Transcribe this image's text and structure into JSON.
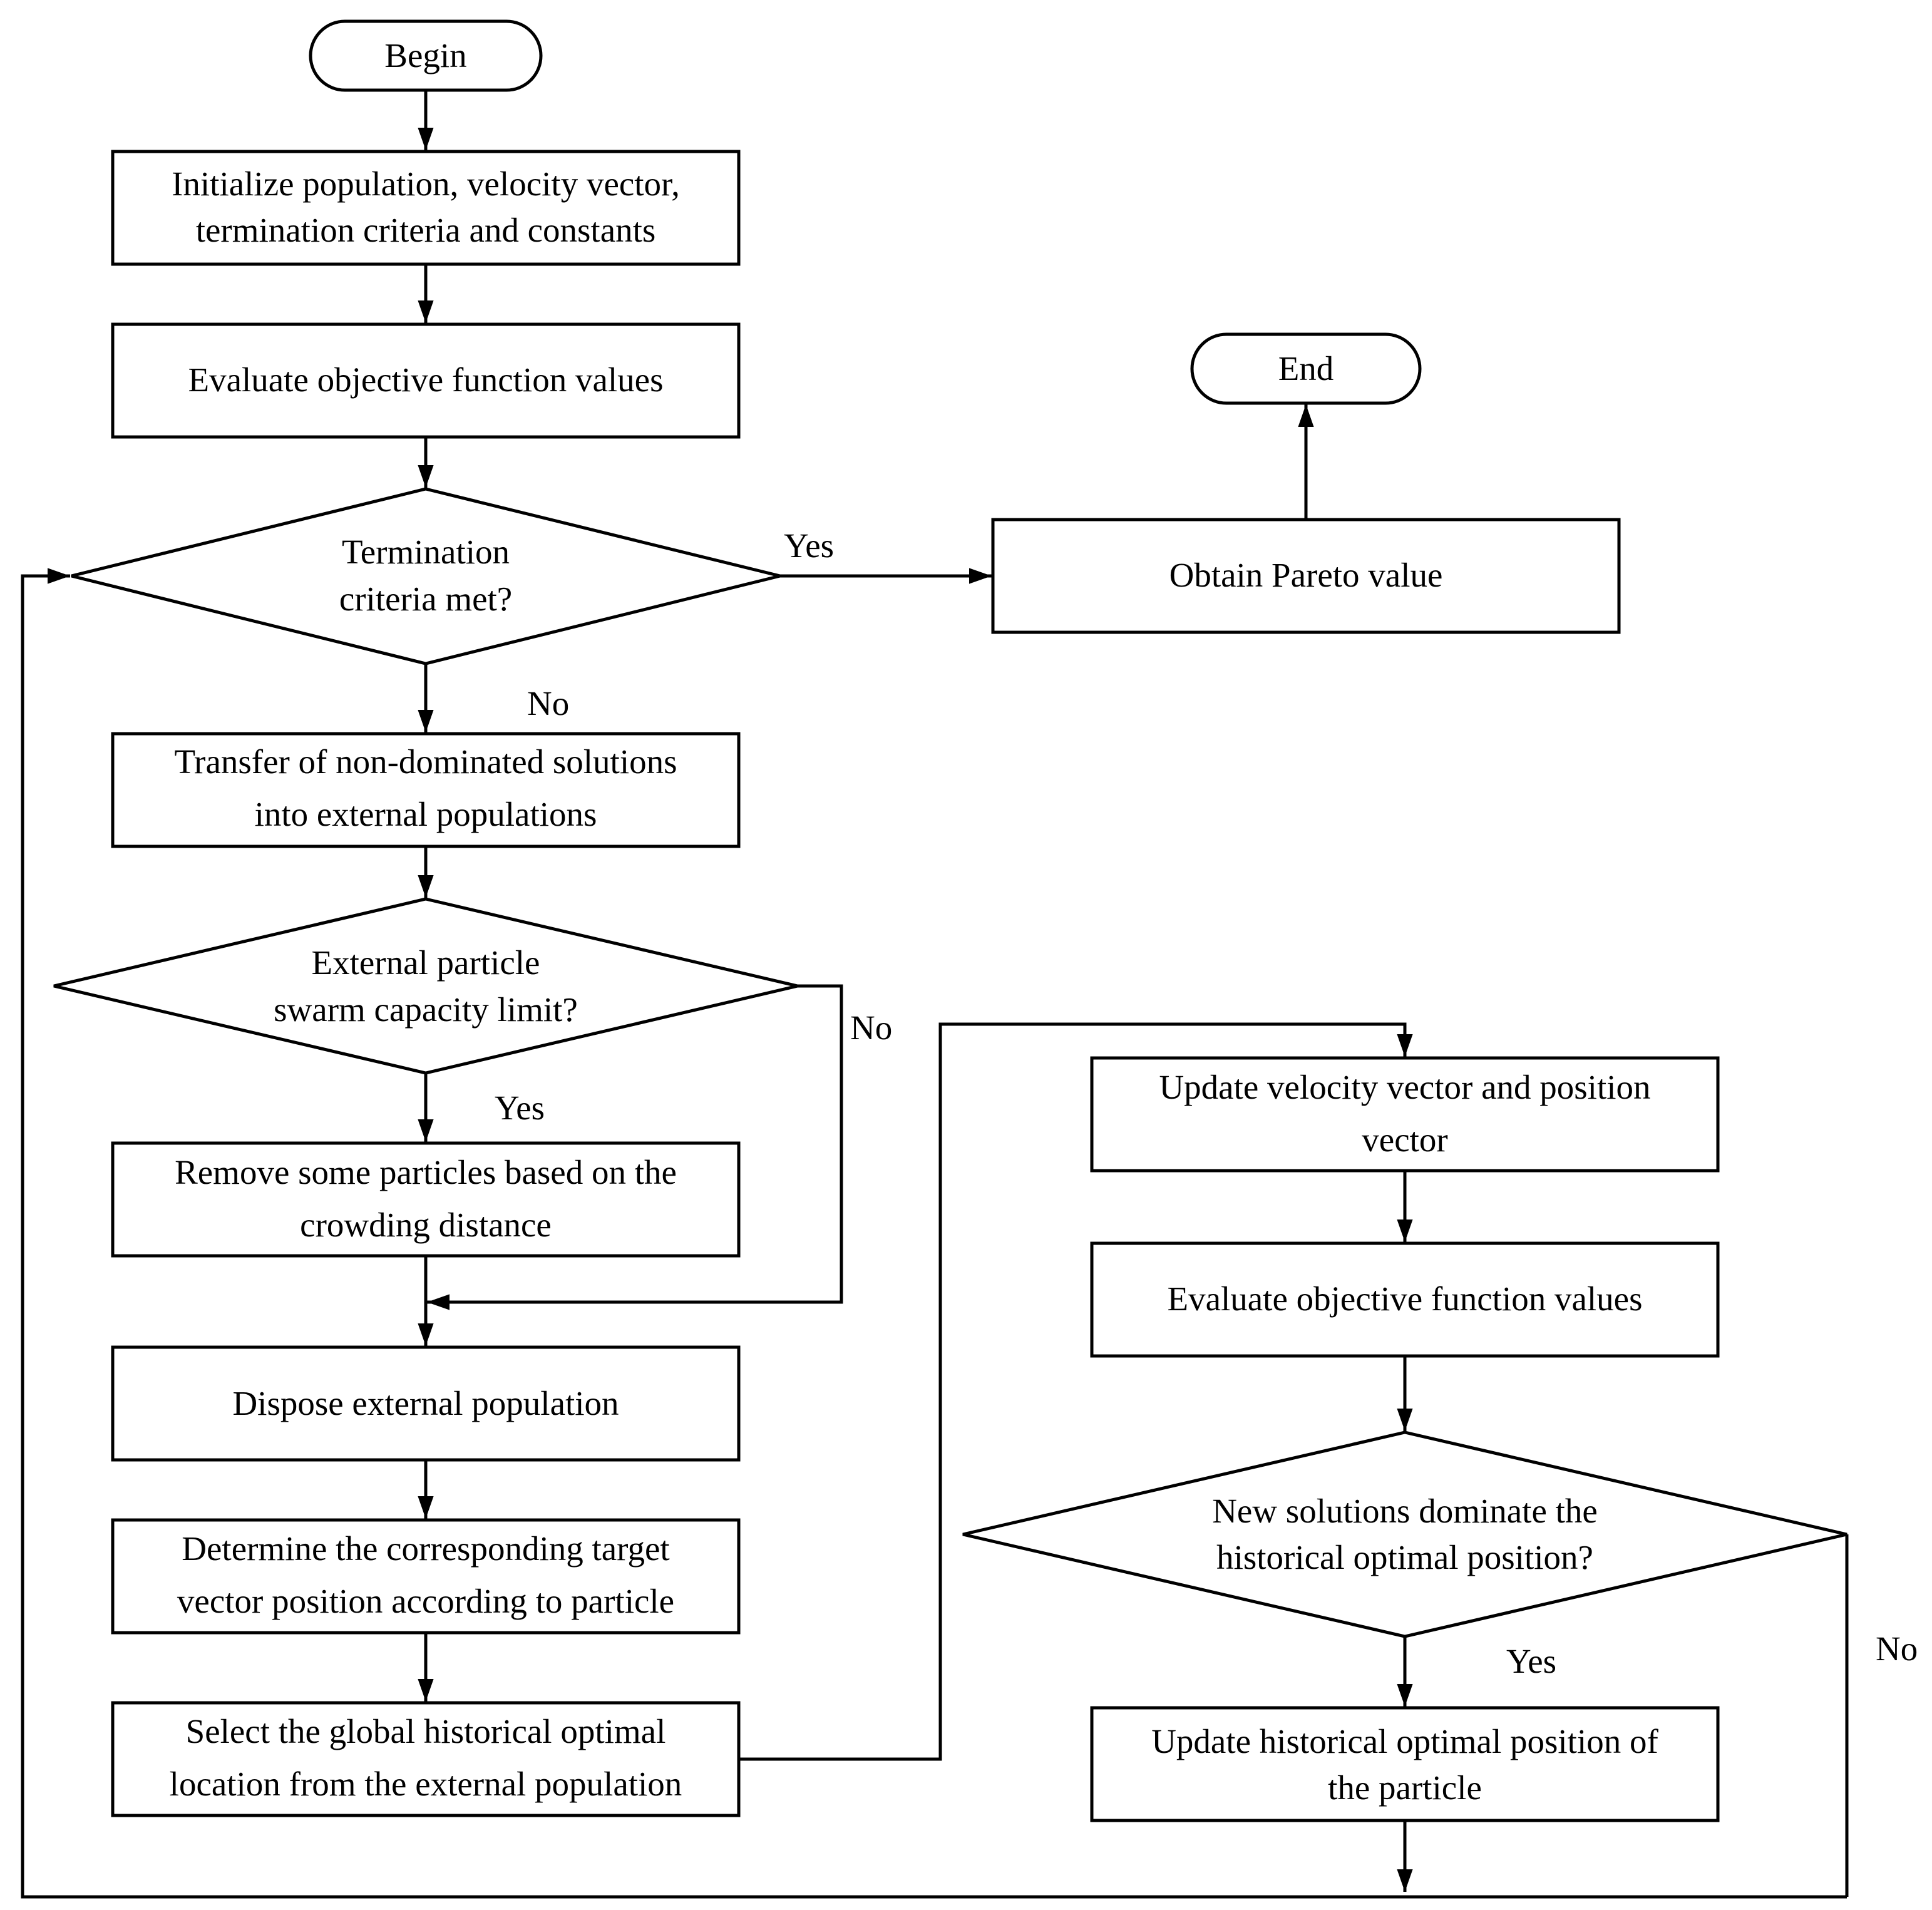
{
  "nodes": {
    "begin": "Begin",
    "end": "End",
    "initialize": [
      "Initialize population, velocity vector,",
      "termination criteria and constants"
    ],
    "evaluate_left": "Evaluate objective function values",
    "termination_check": [
      "Termination",
      "criteria met?"
    ],
    "obtain_pareto": "Obtain Pareto value",
    "transfer": [
      "Transfer of non-dominated solutions",
      "into external populations"
    ],
    "capacity_check": [
      "External particle",
      "swarm capacity limit?"
    ],
    "remove": [
      "Remove some particles based on the",
      "crowding distance"
    ],
    "dispose": "Dispose external population",
    "determine": [
      "Determine the corresponding target",
      "vector position according to particle"
    ],
    "select_global": [
      "Select the global historical optimal",
      "location from the external population"
    ],
    "update_velocity": [
      "Update velocity vector and position",
      "vector"
    ],
    "evaluate_right": "Evaluate objective function values",
    "dominate_check": [
      "New solutions dominate the",
      "historical optimal position?"
    ],
    "update_historical": [
      "Update historical optimal position of",
      "the particle"
    ]
  },
  "edge_labels": {
    "termination_yes": "Yes",
    "termination_no": "No",
    "capacity_no": "No",
    "capacity_yes": "Yes",
    "dominate_yes": "Yes",
    "dominate_no": "No"
  }
}
